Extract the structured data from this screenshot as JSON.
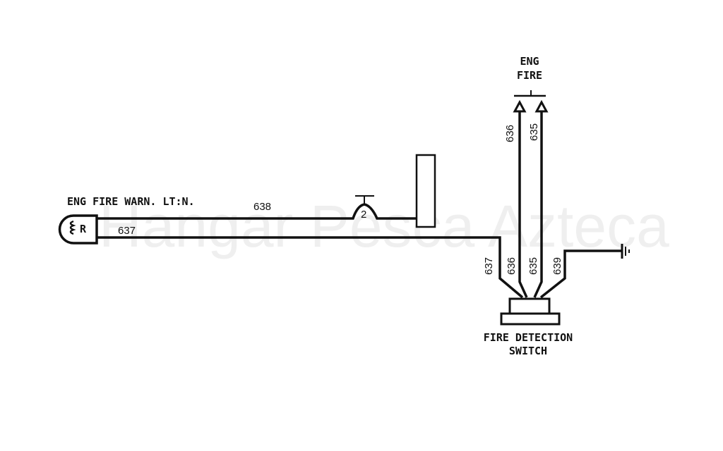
{
  "watermark": "Hangar Pesca Azteca",
  "lamp": {
    "label": "ENG FIRE WARN. LT:N.",
    "symbol": "R"
  },
  "wires": {
    "w638": "638",
    "w637": "637",
    "splice": "2",
    "top_636": "636",
    "top_635": "635",
    "sw_637": "637",
    "sw_636": "636",
    "sw_635": "635",
    "sw_639": "639"
  },
  "eng_fire": {
    "line1": "ENG",
    "line2": "FIRE"
  },
  "switch": {
    "line1": "FIRE DETECTION",
    "line2": "SWITCH"
  }
}
